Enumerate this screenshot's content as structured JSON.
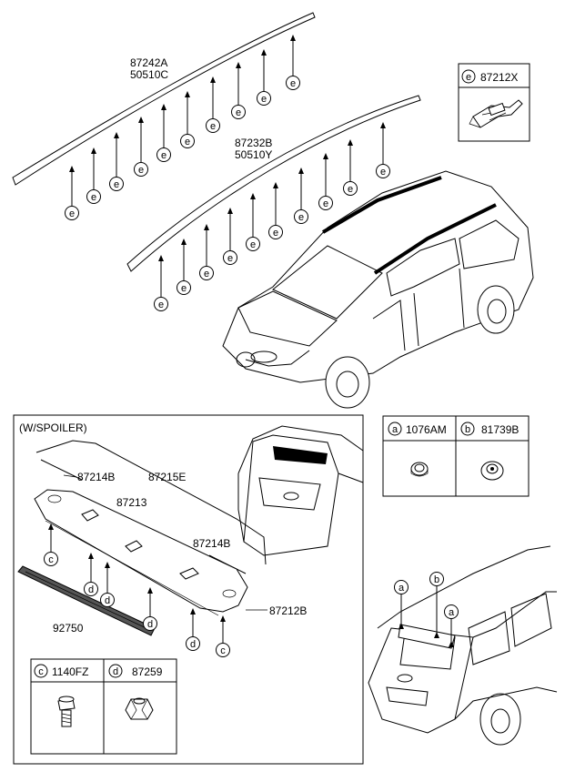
{
  "roof_rack_left": {
    "part_no_1": "87242A",
    "part_no_2": "50510C"
  },
  "roof_rack_right": {
    "part_no_1": "87232B",
    "part_no_2": "50510Y"
  },
  "clip_legend_e": {
    "letter": "e",
    "part_no": "87212X"
  },
  "spoiler_section": {
    "title": "(W/SPOILER)",
    "labels": {
      "molding_left": "87214B",
      "molding_top": "87215E",
      "molding_center": "87213",
      "molding_right": "87214B",
      "spoiler": "87212B",
      "stop_lamp": "92750"
    }
  },
  "fasteners_cd": [
    {
      "letter": "c",
      "part_no": "1140FZ"
    },
    {
      "letter": "d",
      "part_no": "87259"
    }
  ],
  "fasteners_ab": [
    {
      "letter": "a",
      "part_no": "1076AM"
    },
    {
      "letter": "b",
      "part_no": "81739B"
    }
  ],
  "callout_letters": {
    "a": "a",
    "b": "b",
    "c": "c",
    "d": "d",
    "e": "e"
  }
}
